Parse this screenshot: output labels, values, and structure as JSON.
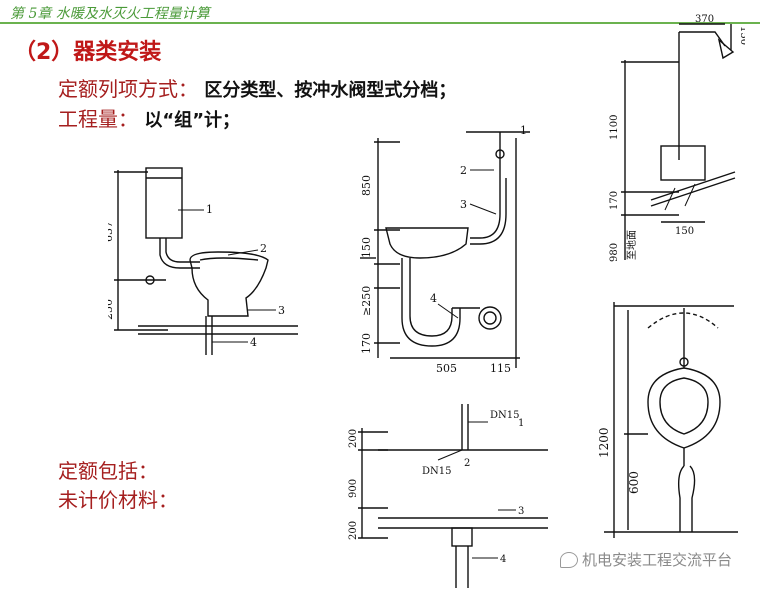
{
  "header": {
    "chapter": "第 5章   水暖及水灭火工程量计算"
  },
  "section": {
    "title": "（2）器类安装"
  },
  "rows": [
    {
      "label": "定额列项方式：",
      "value": "区分类型、按冲水阀型式分档；"
    },
    {
      "label": "工程量：",
      "value": "以“组”计；"
    },
    {
      "label": "定额包括：",
      "value": ""
    },
    {
      "label": "未计价材料：",
      "value": ""
    }
  ],
  "toilet": {
    "dims": [
      "637",
      "250"
    ],
    "callouts": [
      "1",
      "2",
      "3",
      "4"
    ]
  },
  "basin": {
    "dims": [
      "850",
      "150",
      "170",
      "≥250",
      "505",
      "115"
    ],
    "callouts": [
      "1",
      "2",
      "3",
      "4"
    ]
  },
  "shower": {
    "dims": [
      "370",
      "150",
      "1100",
      "170",
      "980",
      "150"
    ],
    "floor_label": "至地面"
  },
  "urinal": {
    "dims": [
      "1200",
      "600"
    ]
  },
  "sink": {
    "dims": [
      "200",
      "900",
      "200"
    ],
    "labels": [
      "DN15",
      "DN15"
    ],
    "callouts": [
      "1",
      "2",
      "3",
      "4"
    ]
  },
  "watermark": {
    "text": "机电安装工程交流平台"
  }
}
